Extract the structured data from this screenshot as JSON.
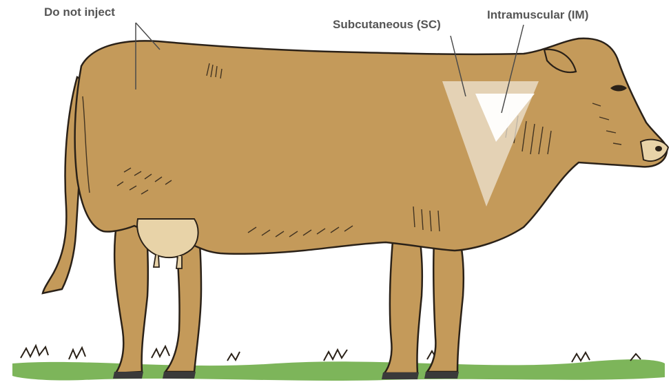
{
  "labels": {
    "do_not_inject": "Do not inject",
    "subcutaneous": "Subcutaneous (SC)",
    "intramuscular": "Intramuscular (IM)"
  },
  "colors": {
    "cow_body": "#c49a5a",
    "cow_outline": "#2a2118",
    "udder": "#e8d3a8",
    "grass": "#7db55a",
    "sc_zone": "#f0e8d8",
    "im_zone": "#ffffff",
    "label_text": "#555555",
    "leader_line": "#4a4a4a"
  },
  "icons": [
    "cow-illustration",
    "grass-ground"
  ]
}
